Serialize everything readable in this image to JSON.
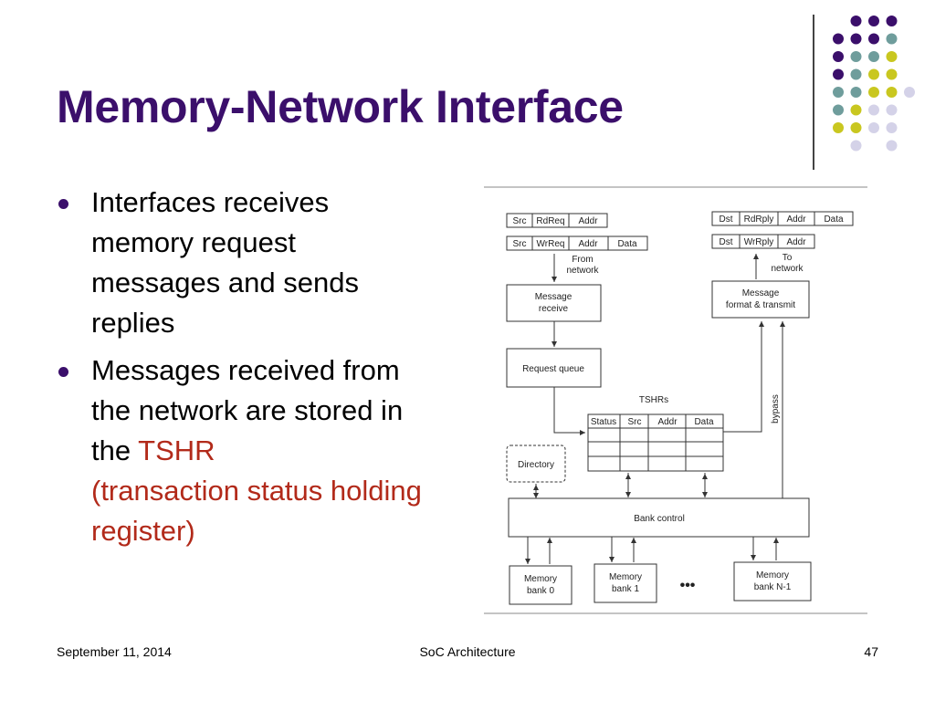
{
  "slide": {
    "title": "Memory-Network Interface"
  },
  "bullets": [
    {
      "text": "Interfaces receives memory request messages and sends replies"
    },
    {
      "text_before": "Messages received from the network are stored in the ",
      "highlight": "TSHR",
      "highlight_rest": "(transaction status holding register)"
    }
  ],
  "colors": {
    "title": "#3b0f6b",
    "highlight": "#b22a1a",
    "dot_purple": "#3b0f6b",
    "dot_teal": "#6f9d9c",
    "dot_yellow": "#c9c720",
    "dot_lavender": "#d4d2e8"
  },
  "diagram": {
    "rd_req_header": [
      "Src",
      "RdReq",
      "Addr"
    ],
    "wr_req_header": [
      "Src",
      "WrReq",
      "Addr",
      "Data"
    ],
    "from_network": [
      "From",
      "network"
    ],
    "rd_rply_header": [
      "Dst",
      "RdRply",
      "Addr",
      "Data"
    ],
    "wr_rply_header": [
      "Dst",
      "WrRply",
      "Addr"
    ],
    "to_network": [
      "To",
      "network"
    ],
    "message_receive": [
      "Message",
      "receive"
    ],
    "message_transmit": [
      "Message",
      "format & transmit"
    ],
    "request_queue": "Request queue",
    "tshrs_label": "TSHRs",
    "tshr_header": [
      "Status",
      "Src",
      "Addr",
      "Data"
    ],
    "bypass": "bypass",
    "directory": "Directory",
    "bank_control": "Bank control",
    "bank_0": [
      "Memory",
      "bank 0"
    ],
    "bank_1": [
      "Memory",
      "bank 1"
    ],
    "bank_n1": [
      "Memory",
      "bank N-1"
    ],
    "ellipsis": "•••"
  },
  "footer": {
    "date": "September 11, 2014",
    "course": "SoC Architecture",
    "page": "47"
  }
}
